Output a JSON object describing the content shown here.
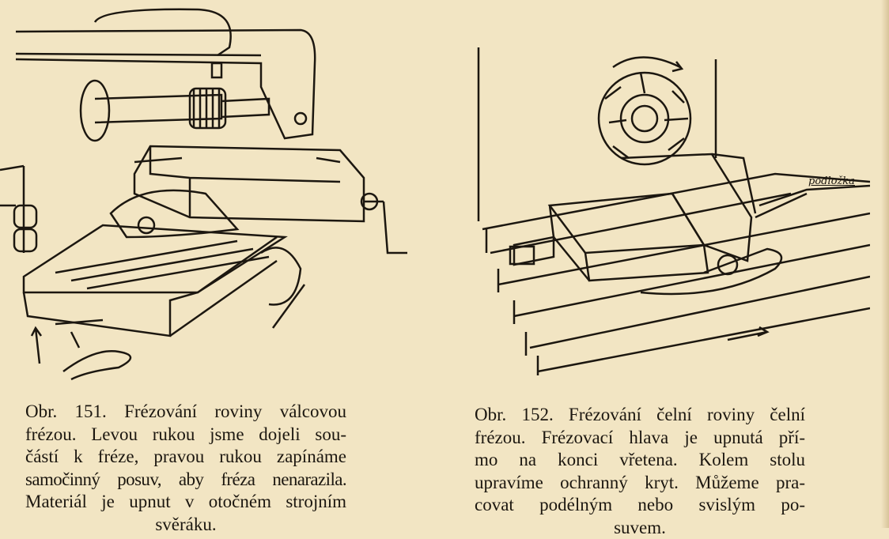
{
  "figures": [
    {
      "id": "obr-151",
      "caption_lines": [
        "Obr. 151. Frézování roviny válcovou",
        "frézou. Levou rukou jsme dojeli sou-",
        "částí k fréze, pravou rukou zapínáme",
        "samočinný posuv, aby fréza nenarazila.",
        "Materiál je upnut v otočném strojním",
        "svěráku."
      ]
    },
    {
      "id": "obr-152",
      "label": "podložka",
      "caption_lines": [
        "Obr. 152. Frézování čelní roviny čelní",
        "frézou. Frézovací hlava je upnutá pří-",
        "mo na konci vřetena. Kolem stolu",
        "upravíme ochranný kryt. Můžeme pra-",
        "covat podélným nebo svislým po-",
        "suvem."
      ]
    }
  ]
}
